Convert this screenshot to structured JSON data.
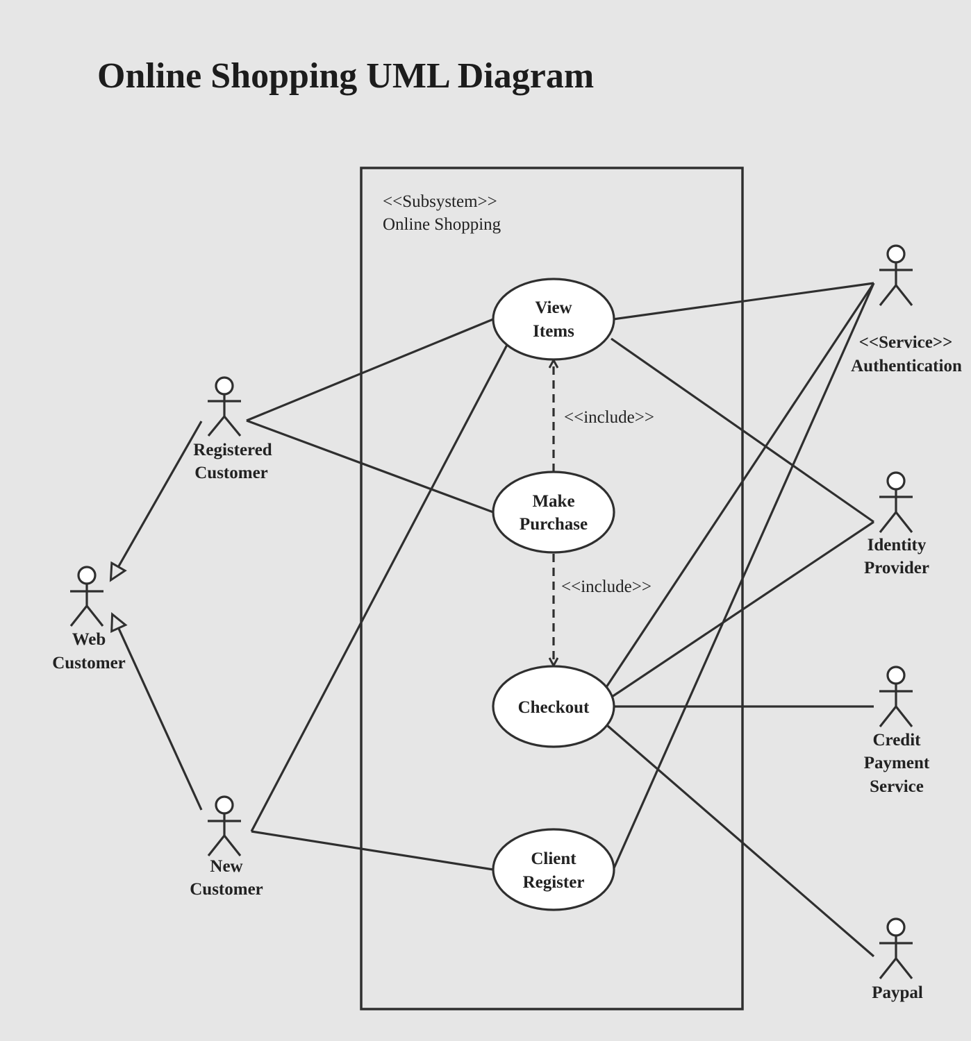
{
  "title": "Online Shopping UML Diagram",
  "subsystem": {
    "stereotype": "<<Subsystem>>",
    "name": "Online Shopping"
  },
  "use_cases": {
    "view_items": [
      "View",
      "Items"
    ],
    "make_purchase": [
      "Make",
      "Purchase"
    ],
    "checkout": [
      "Checkout"
    ],
    "client_register": [
      "Client",
      "Register"
    ]
  },
  "actors": {
    "web_customer": [
      "Web",
      "Customer"
    ],
    "registered_customer": [
      "Registered",
      "Customer"
    ],
    "new_customer": [
      "New",
      "Customer"
    ],
    "authentication": [
      "<<Service>>",
      "Authentication"
    ],
    "identity_provider": [
      "Identity",
      "Provider"
    ],
    "credit_payment": [
      "Credit",
      "Payment",
      "Service"
    ],
    "paypal": [
      "Paypal"
    ]
  },
  "relations": {
    "include_1": "<<include>>",
    "include_2": "<<include>>"
  }
}
